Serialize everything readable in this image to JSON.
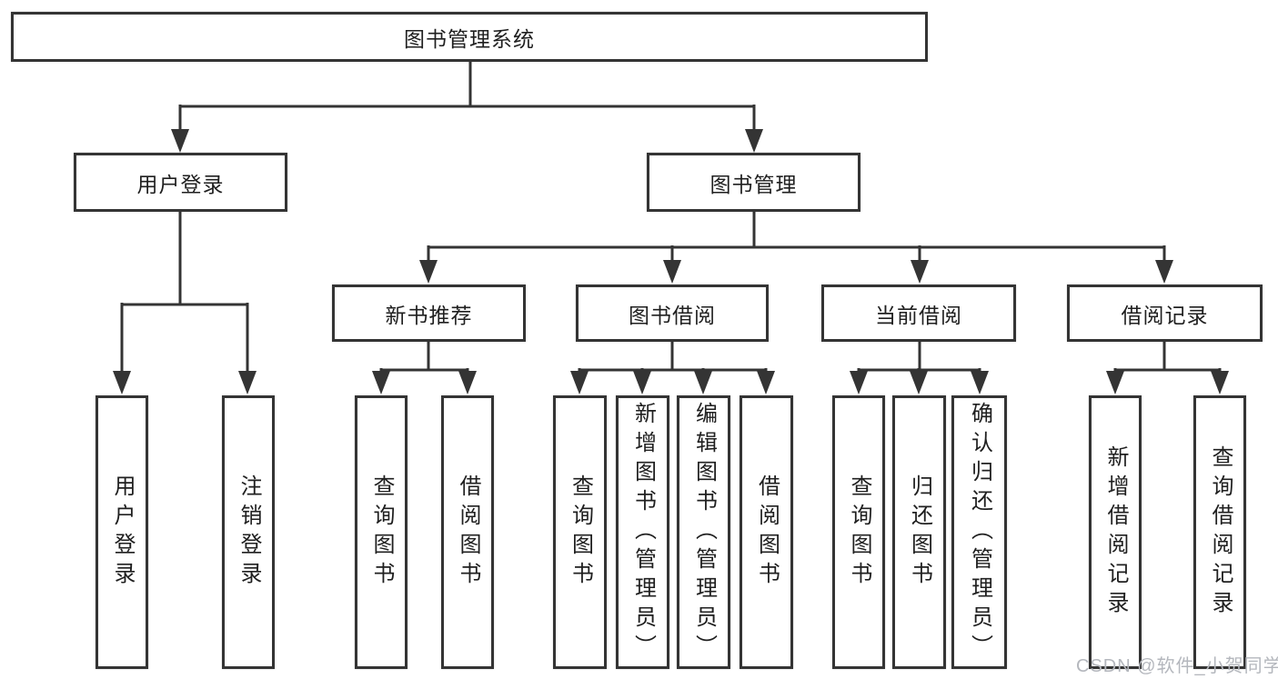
{
  "diagram": {
    "root": {
      "label": "图书管理系统"
    },
    "branches": [
      {
        "label": "用户登录",
        "leaves": [
          {
            "label": "用户登录"
          },
          {
            "label": "注销登录"
          }
        ]
      },
      {
        "label": "图书管理",
        "groups": [
          {
            "label": "新书推荐",
            "leaves": [
              {
                "label": "查询图书"
              },
              {
                "label": "借阅图书"
              }
            ]
          },
          {
            "label": "图书借阅",
            "leaves": [
              {
                "label": "查询图书"
              },
              {
                "label": "新增图书（管理员）"
              },
              {
                "label": "编辑图书（管理员）"
              },
              {
                "label": "借阅图书"
              }
            ]
          },
          {
            "label": "当前借阅",
            "leaves": [
              {
                "label": "查询图书"
              },
              {
                "label": "归还图书"
              },
              {
                "label": "确认归还（管理员）"
              }
            ]
          },
          {
            "label": "借阅记录",
            "leaves": [
              {
                "label": "新增借阅记录"
              },
              {
                "label": "查询借阅记录"
              }
            ]
          }
        ]
      }
    ],
    "watermark": "CSDN @软件_小贺同学",
    "colors": {
      "line": "#343434",
      "text": "#1f1f1f",
      "background": "#ffffff",
      "watermark": "#b4b7bd"
    }
  }
}
